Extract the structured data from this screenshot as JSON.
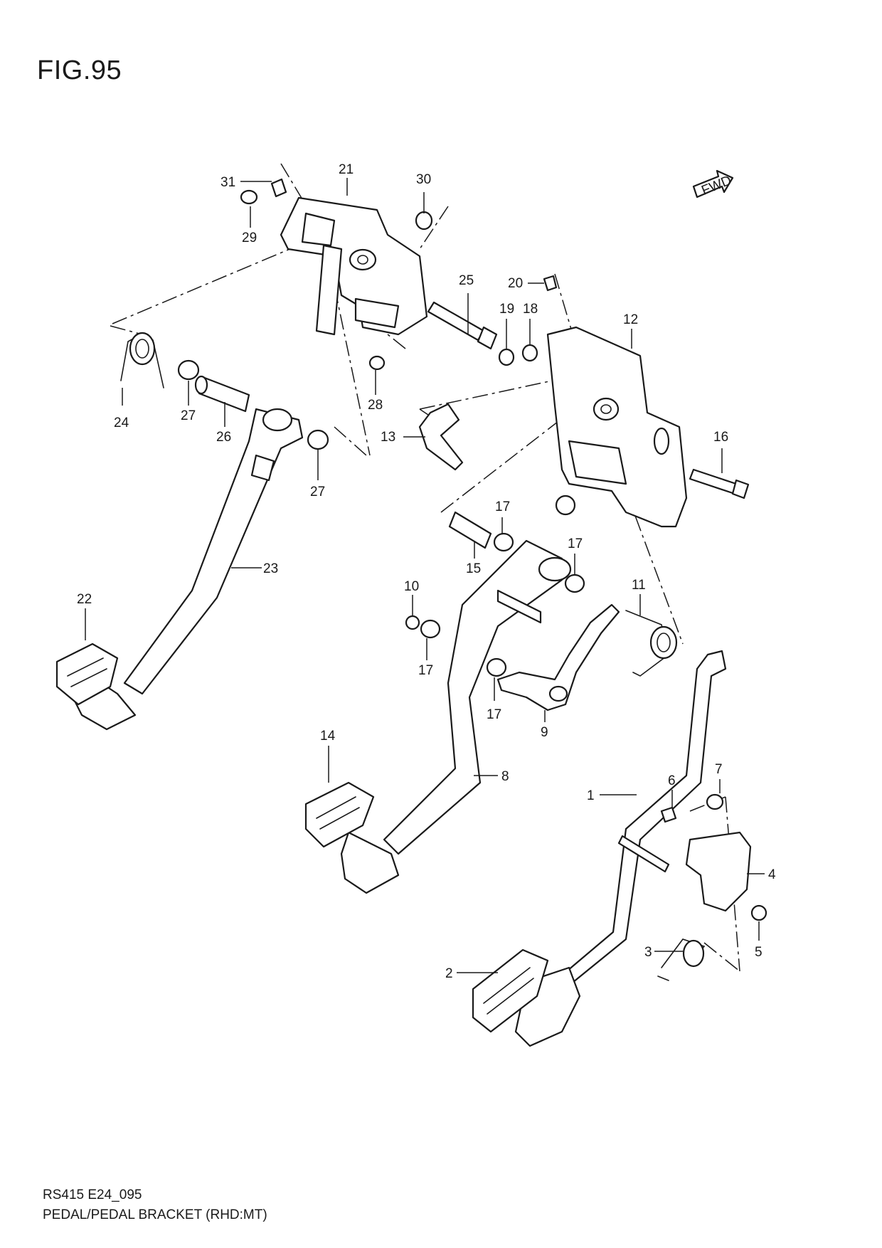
{
  "figure": {
    "title": "FIG.95",
    "fwd_label": "FWD"
  },
  "footer": {
    "code": "RS415 E24_095",
    "name": "PEDAL/PEDAL BRACKET (RHD:MT)"
  },
  "callouts": [
    {
      "id": "c1",
      "label": "1"
    },
    {
      "id": "c2",
      "label": "2"
    },
    {
      "id": "c3",
      "label": "3"
    },
    {
      "id": "c4",
      "label": "4"
    },
    {
      "id": "c5",
      "label": "5"
    },
    {
      "id": "c6",
      "label": "6"
    },
    {
      "id": "c7",
      "label": "7"
    },
    {
      "id": "c8",
      "label": "8"
    },
    {
      "id": "c9",
      "label": "9"
    },
    {
      "id": "c10",
      "label": "10"
    },
    {
      "id": "c11",
      "label": "11"
    },
    {
      "id": "c12",
      "label": "12"
    },
    {
      "id": "c13",
      "label": "13"
    },
    {
      "id": "c14",
      "label": "14"
    },
    {
      "id": "c15",
      "label": "15"
    },
    {
      "id": "c16",
      "label": "16"
    },
    {
      "id": "c17a",
      "label": "17"
    },
    {
      "id": "c17b",
      "label": "17"
    },
    {
      "id": "c17c",
      "label": "17"
    },
    {
      "id": "c17d",
      "label": "17"
    },
    {
      "id": "c18",
      "label": "18"
    },
    {
      "id": "c19",
      "label": "19"
    },
    {
      "id": "c20",
      "label": "20"
    },
    {
      "id": "c21",
      "label": "21"
    },
    {
      "id": "c22",
      "label": "22"
    },
    {
      "id": "c23",
      "label": "23"
    },
    {
      "id": "c24",
      "label": "24"
    },
    {
      "id": "c25",
      "label": "25"
    },
    {
      "id": "c26",
      "label": "26"
    },
    {
      "id": "c27a",
      "label": "27"
    },
    {
      "id": "c27b",
      "label": "27"
    },
    {
      "id": "c28",
      "label": "28"
    },
    {
      "id": "c29",
      "label": "29"
    },
    {
      "id": "c30",
      "label": "30"
    },
    {
      "id": "c31",
      "label": "31"
    }
  ]
}
